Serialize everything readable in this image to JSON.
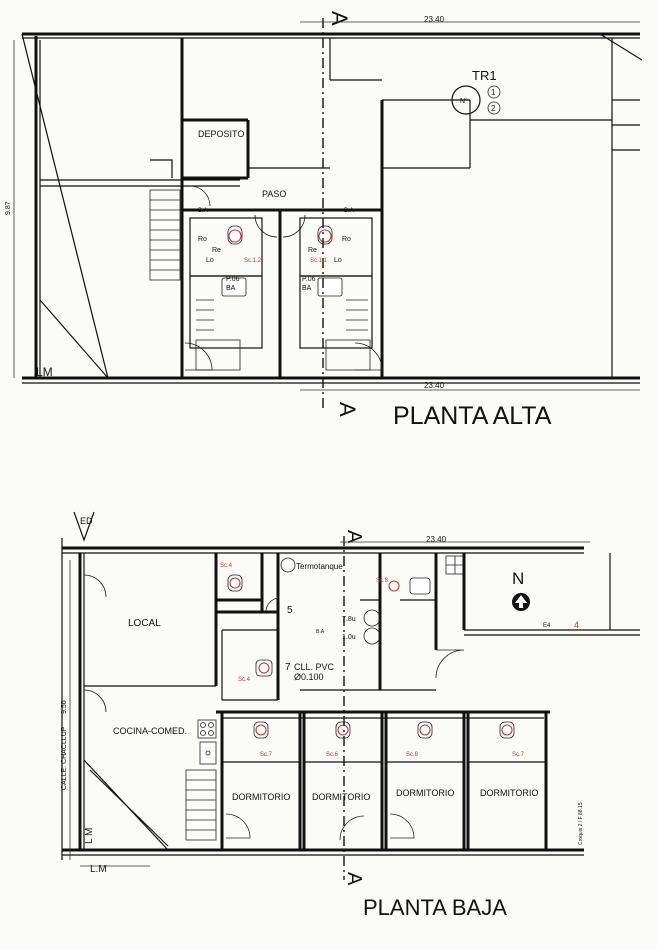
{
  "upper_plan": {
    "title": "PLANTA ALTA",
    "section_mark": "A",
    "dim_top": "23.40",
    "dim_bottom": "23.40",
    "dim_side": "9.87",
    "lm": "LM",
    "rooms": {
      "deposito": "DEPOSITO",
      "paso": "PASO"
    },
    "tr_label": "TR1",
    "tr_no": "N°",
    "tr_one": "1",
    "tr_two": "2",
    "bath_left": {
      "ba_mark": "B.A",
      "ro": "Ro",
      "re": "Re",
      "lo": "Lo",
      "sc": "Sc.1.2",
      "po": "P.06",
      "ba": "BA"
    },
    "bath_right": {
      "ba_mark": "B.A",
      "ro": "Ro",
      "re": "Re",
      "lo": "Lo",
      "sc": "Sc.1.1",
      "po": "P.06",
      "ba": "BA"
    }
  },
  "lower_plan": {
    "title": "PLANTA BAJA",
    "section_mark": "A",
    "dim_top": "23.40",
    "ed": "ED",
    "north": "N",
    "street_label": "CALLE: CHACLLUP",
    "street_dim": "9.50",
    "lm": "L.M",
    "lm_side": "L M",
    "termotanque": "Termotanque",
    "pipe_line1": "CLL. PVC",
    "pipe_line2": "Ø0.100",
    "num_5": "5",
    "num_7": "7",
    "num_4": "4",
    "ba_label": "B.A",
    "meter_1": "7.8u",
    "meter_2": "1.0u",
    "rooms": {
      "local": "LOCAL",
      "cocina": "COCINA-COMED.",
      "dorm_1": "DORMITORIO",
      "dorm_2": "DORMITORIO",
      "dorm_3": "DORMITORIO",
      "dorm_4": "DORMITORIO"
    },
    "red_tags": {
      "sc4": "Sc.4",
      "sc8": "Sc.8",
      "sc4b": "Sc.4",
      "sc7a": "Sc.7",
      "sc6": "Sc.6",
      "sc8b": "Sc.8",
      "sc7b": "Sc.7",
      "e4": "E4"
    },
    "vertical_note": "Croquis 2 / F 88.15"
  }
}
